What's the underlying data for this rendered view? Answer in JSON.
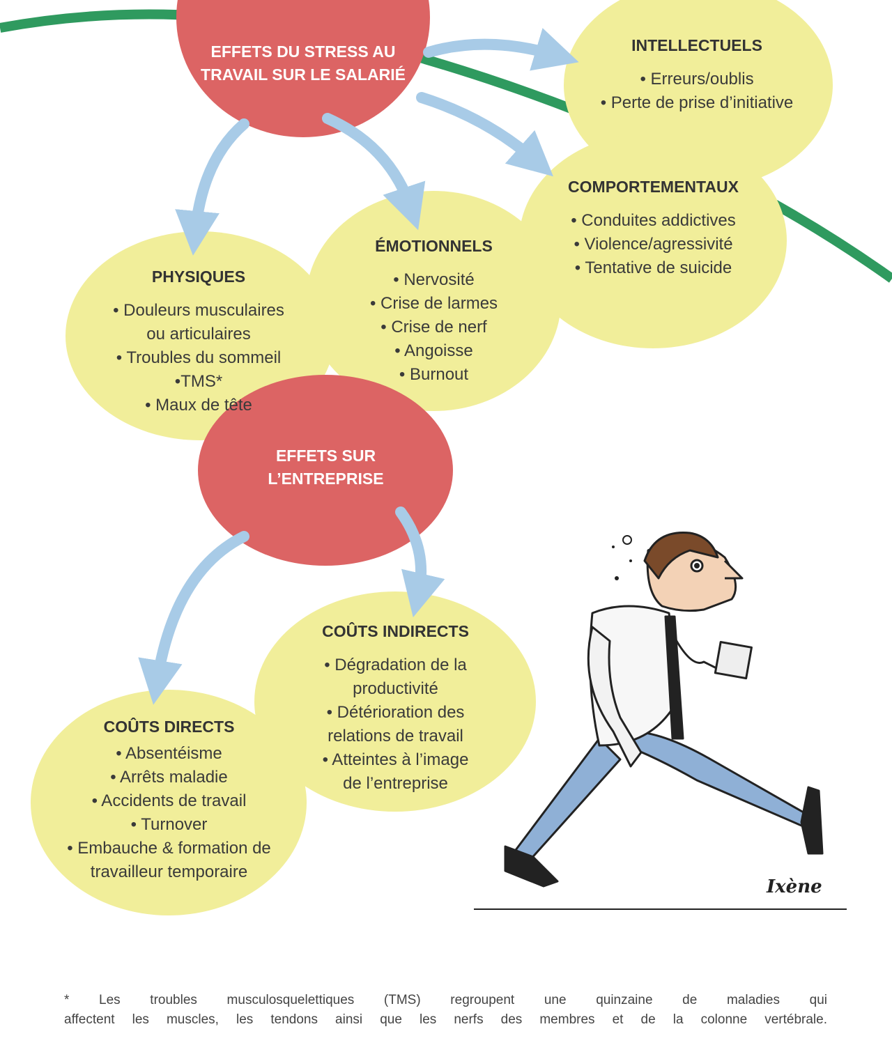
{
  "colors": {
    "red": "#dc6464",
    "yellow": "#f1ee9a",
    "arrow": "#a8cbe7",
    "green": "#2f9a5f"
  },
  "stress": {
    "title_line1": "EFFETS DU STRESS AU",
    "title_line2": "TRAVAIL SUR LE SALARIÉ"
  },
  "intellectuels": {
    "title": "INTELLECTUELS",
    "items": [
      "• Erreurs/oublis",
      "• Perte de prise d’initiative"
    ]
  },
  "comportementaux": {
    "title": "COMPORTEMENTAUX",
    "items": [
      "• Conduites addictives",
      "• Violence/agressivité",
      "• Tentative de suicide"
    ]
  },
  "emotionnels": {
    "title": "ÉMOTIONNELS",
    "items": [
      "• Nervosité",
      "• Crise de larmes",
      "• Crise de nerf",
      "• Angoisse",
      "• Burnout"
    ]
  },
  "physiques": {
    "title": "PHYSIQUES",
    "items": [
      "• Douleurs musculaires",
      "ou articulaires",
      "• Troubles du sommeil",
      "•TMS*",
      "• Maux de tête"
    ]
  },
  "entreprise": {
    "title_line1": "EFFETS SUR",
    "title_line2": "L’ENTREPRISE"
  },
  "couts_indirects": {
    "title": "COÛTS INDIRECTS",
    "items": [
      "• Dégradation de la",
      "productivité",
      "• Détérioration des",
      "relations de travail",
      "• Atteintes à l’image",
      "de l’entreprise"
    ]
  },
  "couts_directs": {
    "title": "COÛTS DIRECTS",
    "items": [
      "• Absentéisme",
      "• Arrêts maladie",
      "• Accidents de travail",
      "• Turnover",
      "• Embauche & formation de",
      "travailleur temporaire"
    ]
  },
  "signature": "Ixène",
  "footnote": {
    "line1": "* Les troubles musculosquelettiques (TMS) regroupent une quinzaine de maladies qui",
    "line2": "affectent les muscles, les tendons ainsi que les nerfs des membres et de la colonne vertébrale."
  }
}
